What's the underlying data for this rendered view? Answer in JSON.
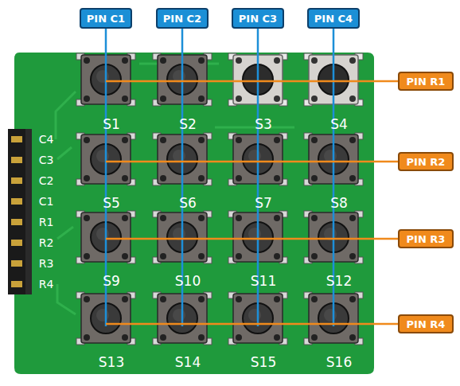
{
  "diagram": {
    "nodes": [
      {
        "text": [
          "PIN C1"
        ]
      },
      {
        "text": [
          "PIN C2"
        ]
      },
      {
        "text": [
          "PIN C3"
        ]
      },
      {
        "text": [
          "PIN C4"
        ]
      },
      {
        "text": [
          "PIN R1"
        ]
      },
      {
        "text": [
          "PIN R2"
        ]
      },
      {
        "text": [
          "PIN R3"
        ]
      },
      {
        "text": [
          "PIN R4"
        ]
      }
    ],
    "labels": [
      "S1",
      "S2",
      "S3",
      "S4",
      "S5",
      "S6",
      "S7",
      "S8",
      "S9",
      "S10",
      "S11",
      "S12",
      "S13",
      "S14",
      "S15",
      "S16",
      "C4",
      "C3",
      "C2",
      "C1",
      "R1",
      "R2",
      "R3",
      "R4"
    ]
  }
}
